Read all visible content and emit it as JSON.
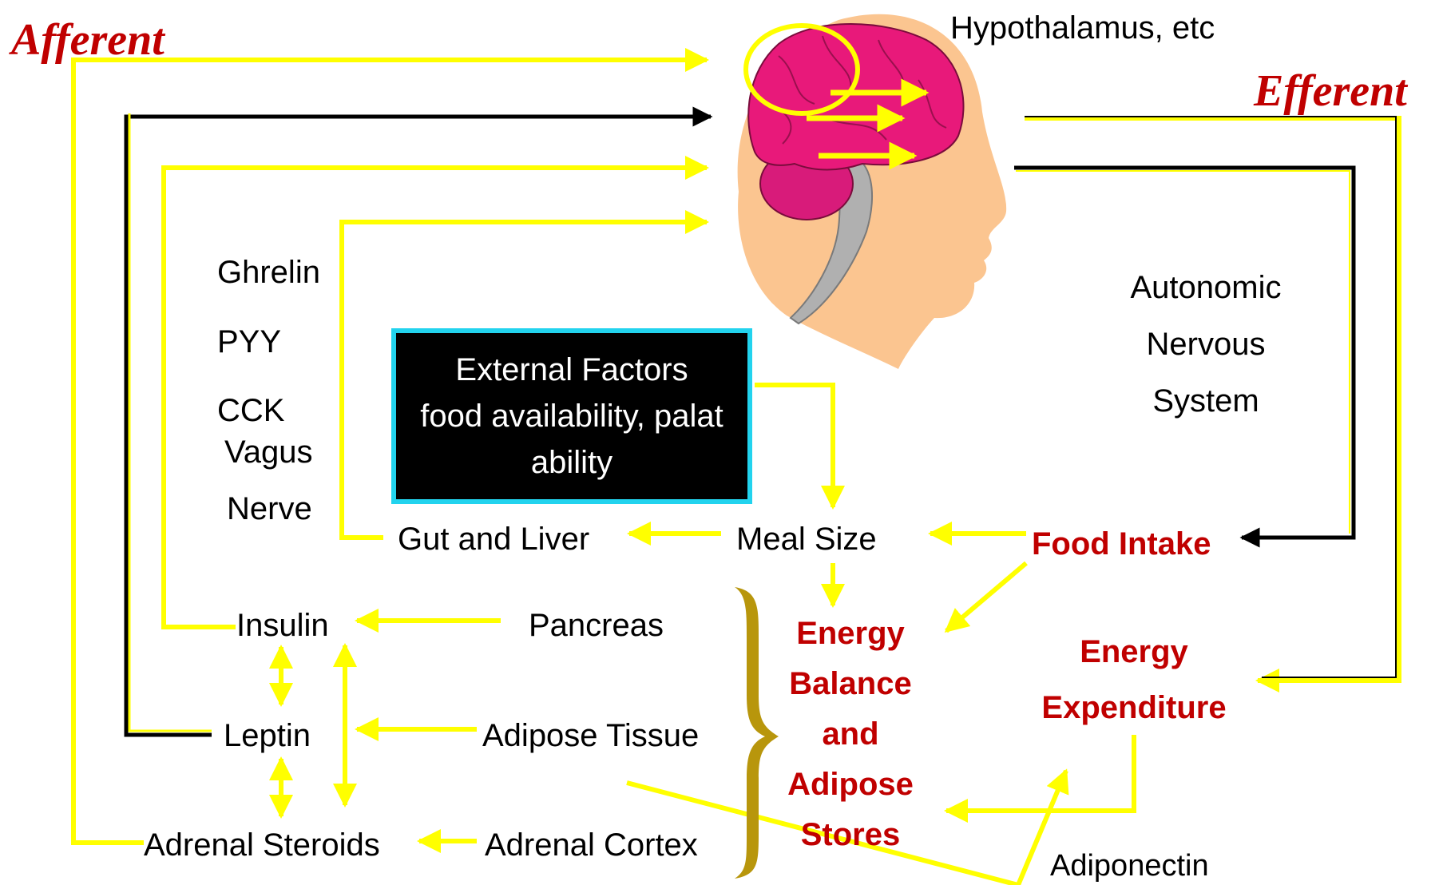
{
  "labels": {
    "afferent": "Afferent",
    "efferent": "Efferent",
    "hypothalamus": "Hypothalamus, etc",
    "ghrelin": "Ghrelin",
    "pyy": "PYY",
    "cck": "CCK",
    "vagus": "Vagus",
    "nerve": "Nerve",
    "autonomic": "Autonomic",
    "nervous": "Nervous",
    "system": "System",
    "external_line1": "External Factors",
    "external_line2": "food availability, palat",
    "external_line3": "ability",
    "gut_liver": "Gut and Liver",
    "meal_size": "Meal Size",
    "food_intake": "Food Intake",
    "insulin": "Insulin",
    "pancreas": "Pancreas",
    "leptin": "Leptin",
    "adipose_tissue": "Adipose Tissue",
    "adrenal_steroids": "Adrenal Steroids",
    "adrenal_cortex": "Adrenal Cortex",
    "energy_balance_1": "Energy",
    "energy_balance_2": "Balance",
    "energy_balance_3": "and",
    "energy_balance_4": "Adipose",
    "energy_balance_5": "Stores",
    "energy_expenditure_1": "Energy",
    "energy_expenditure_2": "Expenditure",
    "adiponectin": "Adiponectin"
  },
  "colors": {
    "arrow_yellow": "#ffff00",
    "arrow_black": "#000000",
    "accent_red": "#c00000",
    "box_border": "#22d3ee",
    "brace": "#b8960c",
    "brain": "#e8197a",
    "skin": "#fbc590",
    "stem": "#b0b0b0"
  }
}
